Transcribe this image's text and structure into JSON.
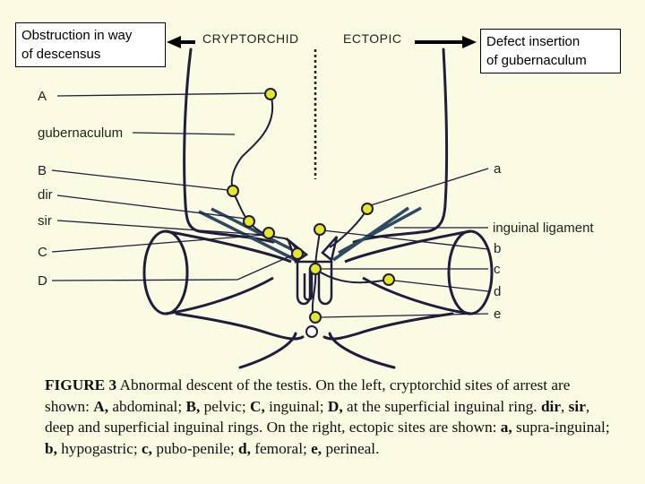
{
  "callouts": {
    "left": "Obstruction in way\nof descensus",
    "right": "Defect insertion\nof gubernaculum"
  },
  "headers": {
    "left": "CRYPTORCHID",
    "right": "ECTOPIC"
  },
  "left_labels": {
    "A": "A",
    "gubernaculum": "gubernaculum",
    "B": "B",
    "dir": "dir",
    "sir": "sir",
    "C": "C",
    "D": "D"
  },
  "right_labels": {
    "a": "a",
    "inguinal_ligament": "inguinal ligament",
    "b": "b",
    "c": "c",
    "d": "d",
    "e": "e"
  },
  "caption": {
    "figure_label": "FIGURE 3",
    "title": " Abnormal descent of the testis. On the left, cryptorchid sites of arrest are shown: ",
    "A": "A,",
    "A_text": " abdominal; ",
    "B": "B,",
    "B_text": " pelvic; ",
    "C": "C,",
    "C_text": " inguinal; ",
    "D": "D,",
    "D_text": " at the superficial inguinal ring. ",
    "dir": "dir",
    "comma": ", ",
    "sir": "sir",
    "rings": ", deep and superficial inguinal rings. On the right, ectopic sites are shown: ",
    "a": "a,",
    "a_text": " supra-inguinal; ",
    "b": "b,",
    "b_text": " hypogastric; ",
    "c": "c,",
    "c_text": " pubo-penile; ",
    "d": "d,",
    "d_text": " femoral; ",
    "e": "e,",
    "e_text": " perineal."
  },
  "colors": {
    "background": "#fbfbe3",
    "dot_fill": "#e6e62a",
    "line": "#1e1e3c",
    "ligament": "#2c4a63"
  }
}
